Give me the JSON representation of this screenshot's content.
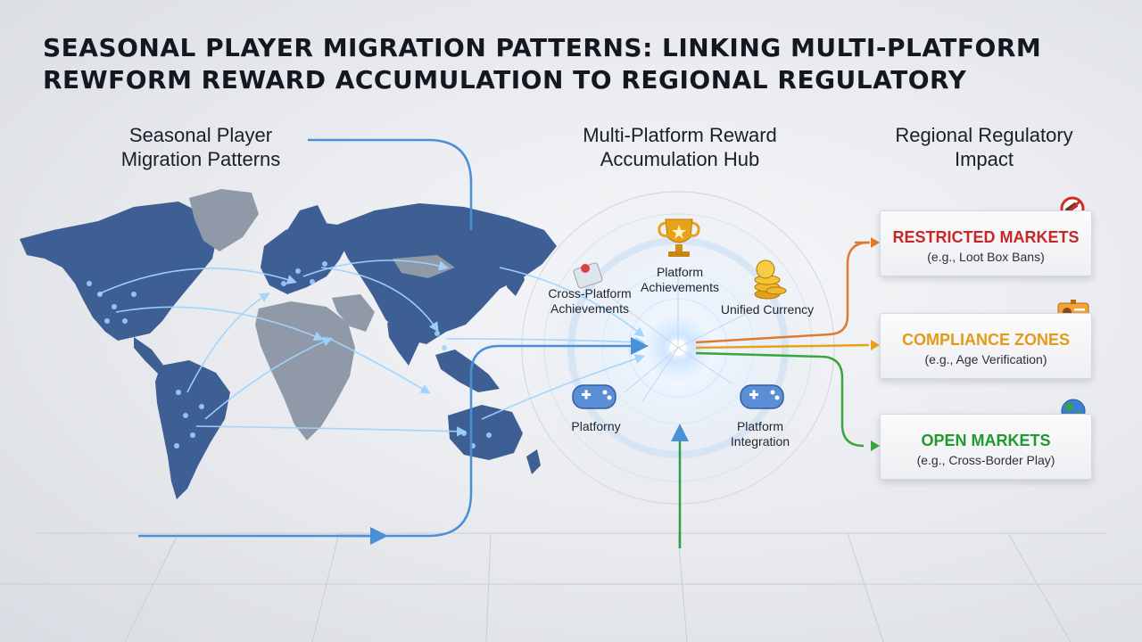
{
  "header": {
    "title_line1": "SEASONAL PLAYER MIGRATION PATTERNS: LINKING MULTI-PLATFORM",
    "title_line2": "REWFORM REWARD ACCUMULATION TO REGIONAL REGULATORY"
  },
  "columns": {
    "migration": {
      "line1": "Seasonal Player",
      "line2": "Migration Patterns"
    },
    "hub": {
      "line1": "Multi-Platform Reward",
      "line2": "Accumulation Hub"
    },
    "regulatory": {
      "line1": "Regional Regulatory",
      "line2": "Impact"
    }
  },
  "hub_nodes": {
    "cross_platform": {
      "line1": "Cross-Platform",
      "line2": "Achievements",
      "icon": "button-icon"
    },
    "platform_achievements": {
      "line1": "Platform",
      "line2": "Achievements",
      "icon": "trophy-icon"
    },
    "unified_currency": {
      "line1": "Unified Currency",
      "icon": "coins-icon"
    },
    "platforny": {
      "line1": "Platforny",
      "icon": "gamepad-icon"
    },
    "platform_integration": {
      "line1": "Platform",
      "line2": "Integration",
      "icon": "gamepad-icon"
    }
  },
  "regulatory_cards": [
    {
      "title": "RESTRICTED MARKETS",
      "subtitle": "(e.g., Loot Box Bans)",
      "color": "#c62828",
      "icon": "ban-gavel-icon",
      "line_color": "#e07a2e"
    },
    {
      "title": "COMPLIANCE ZONES",
      "subtitle": "(e.g., Age Verification)",
      "color": "#e39a16",
      "icon": "id-card-icon",
      "line_color": "#e8a21a"
    },
    {
      "title": "OPEN MARKETS",
      "subtitle": "(e.g., Cross-Border Play)",
      "color": "#1f9a2e",
      "icon": "globe-icon",
      "line_color": "#3aa53a"
    }
  ],
  "colors": {
    "map_land": "#3d5f93",
    "map_land_dim": "#8f99a8",
    "flow_blue": "#4a90d9",
    "flow_green": "#2e9e4e"
  }
}
